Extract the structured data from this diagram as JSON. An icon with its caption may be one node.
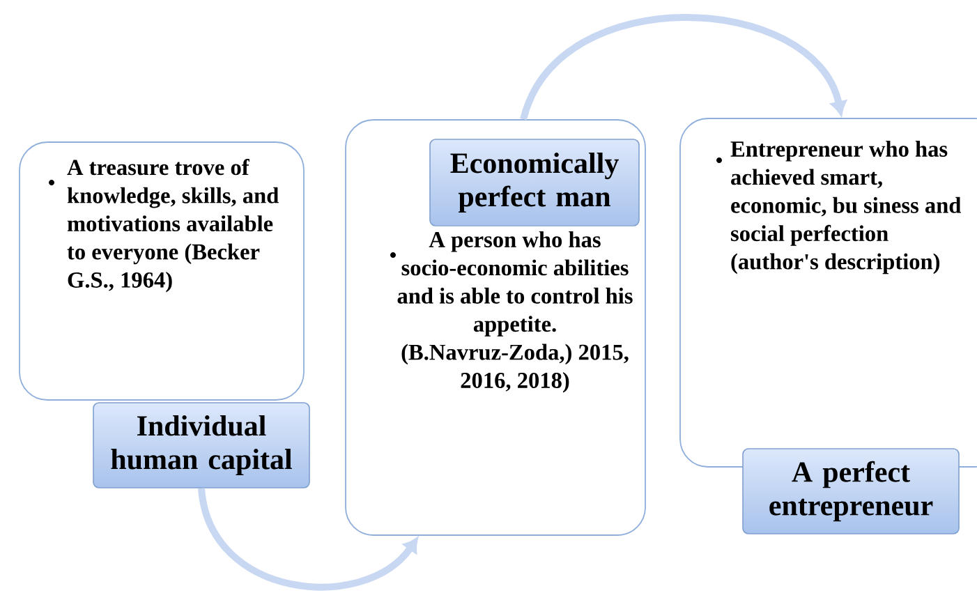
{
  "diagram": {
    "nodes": [
      {
        "text": [
          "A treasure trove of knowledge, skills, and motivations available to everyone (Becker G.S., 1964)"
        ]
      },
      {
        "text": [
          "Individual human capital"
        ]
      },
      {
        "text": [
          "A person who has socio-economic abilities and is able to control his appetite. (B.Navruz-Zoda,) 2015, 2016, 2018)"
        ]
      },
      {
        "text": [
          "Economically perfect man"
        ],
        "in": 2
      },
      {
        "text": [
          "Entrepreneur who has achieved smart, economic, bu siness and social perfection (author's description)"
        ]
      },
      {
        "text": [
          "A perfect entrepreneur"
        ]
      }
    ],
    "edges": [
      {
        "from": 1,
        "to": 2,
        "arrow": "to"
      },
      {
        "from": 2,
        "to": 4,
        "arrow": "to"
      }
    ]
  }
}
